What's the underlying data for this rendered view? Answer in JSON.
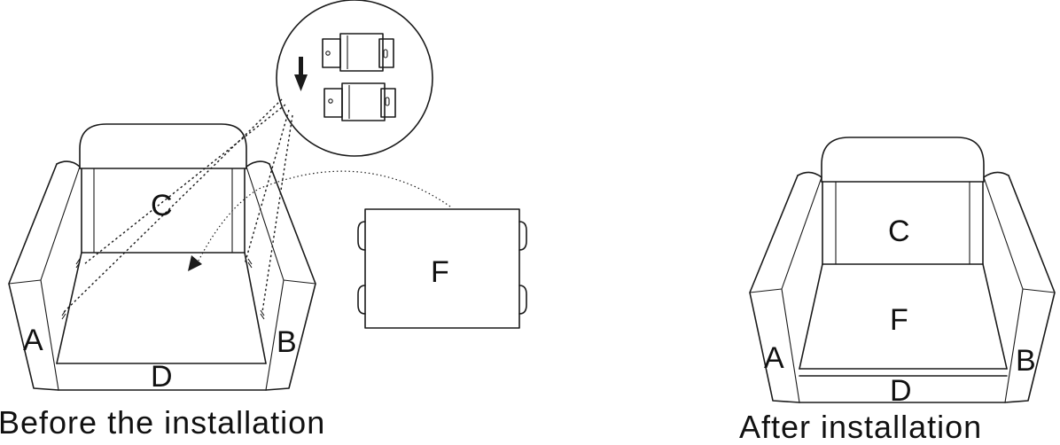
{
  "before": {
    "labels": {
      "a": "A",
      "b": "B",
      "c": "C",
      "d": "D",
      "f": "F"
    },
    "caption": "Before the installation"
  },
  "after": {
    "labels": {
      "a": "A",
      "b": "B",
      "c": "C",
      "d": "D",
      "f": "F"
    },
    "caption": "After installation"
  }
}
